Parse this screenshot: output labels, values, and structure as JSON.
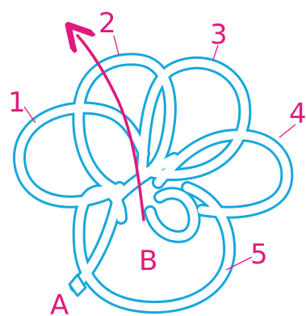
{
  "colors": {
    "rope": "#18a7dc",
    "rope_inner": "#ffffff",
    "accent": "#e0197e",
    "background": "#ffffff"
  },
  "labels": {
    "loop_1": "1",
    "loop_2": "2",
    "loop_3": "3",
    "loop_4": "4",
    "loop_5": "5",
    "end_a": "A",
    "end_b": "B"
  }
}
